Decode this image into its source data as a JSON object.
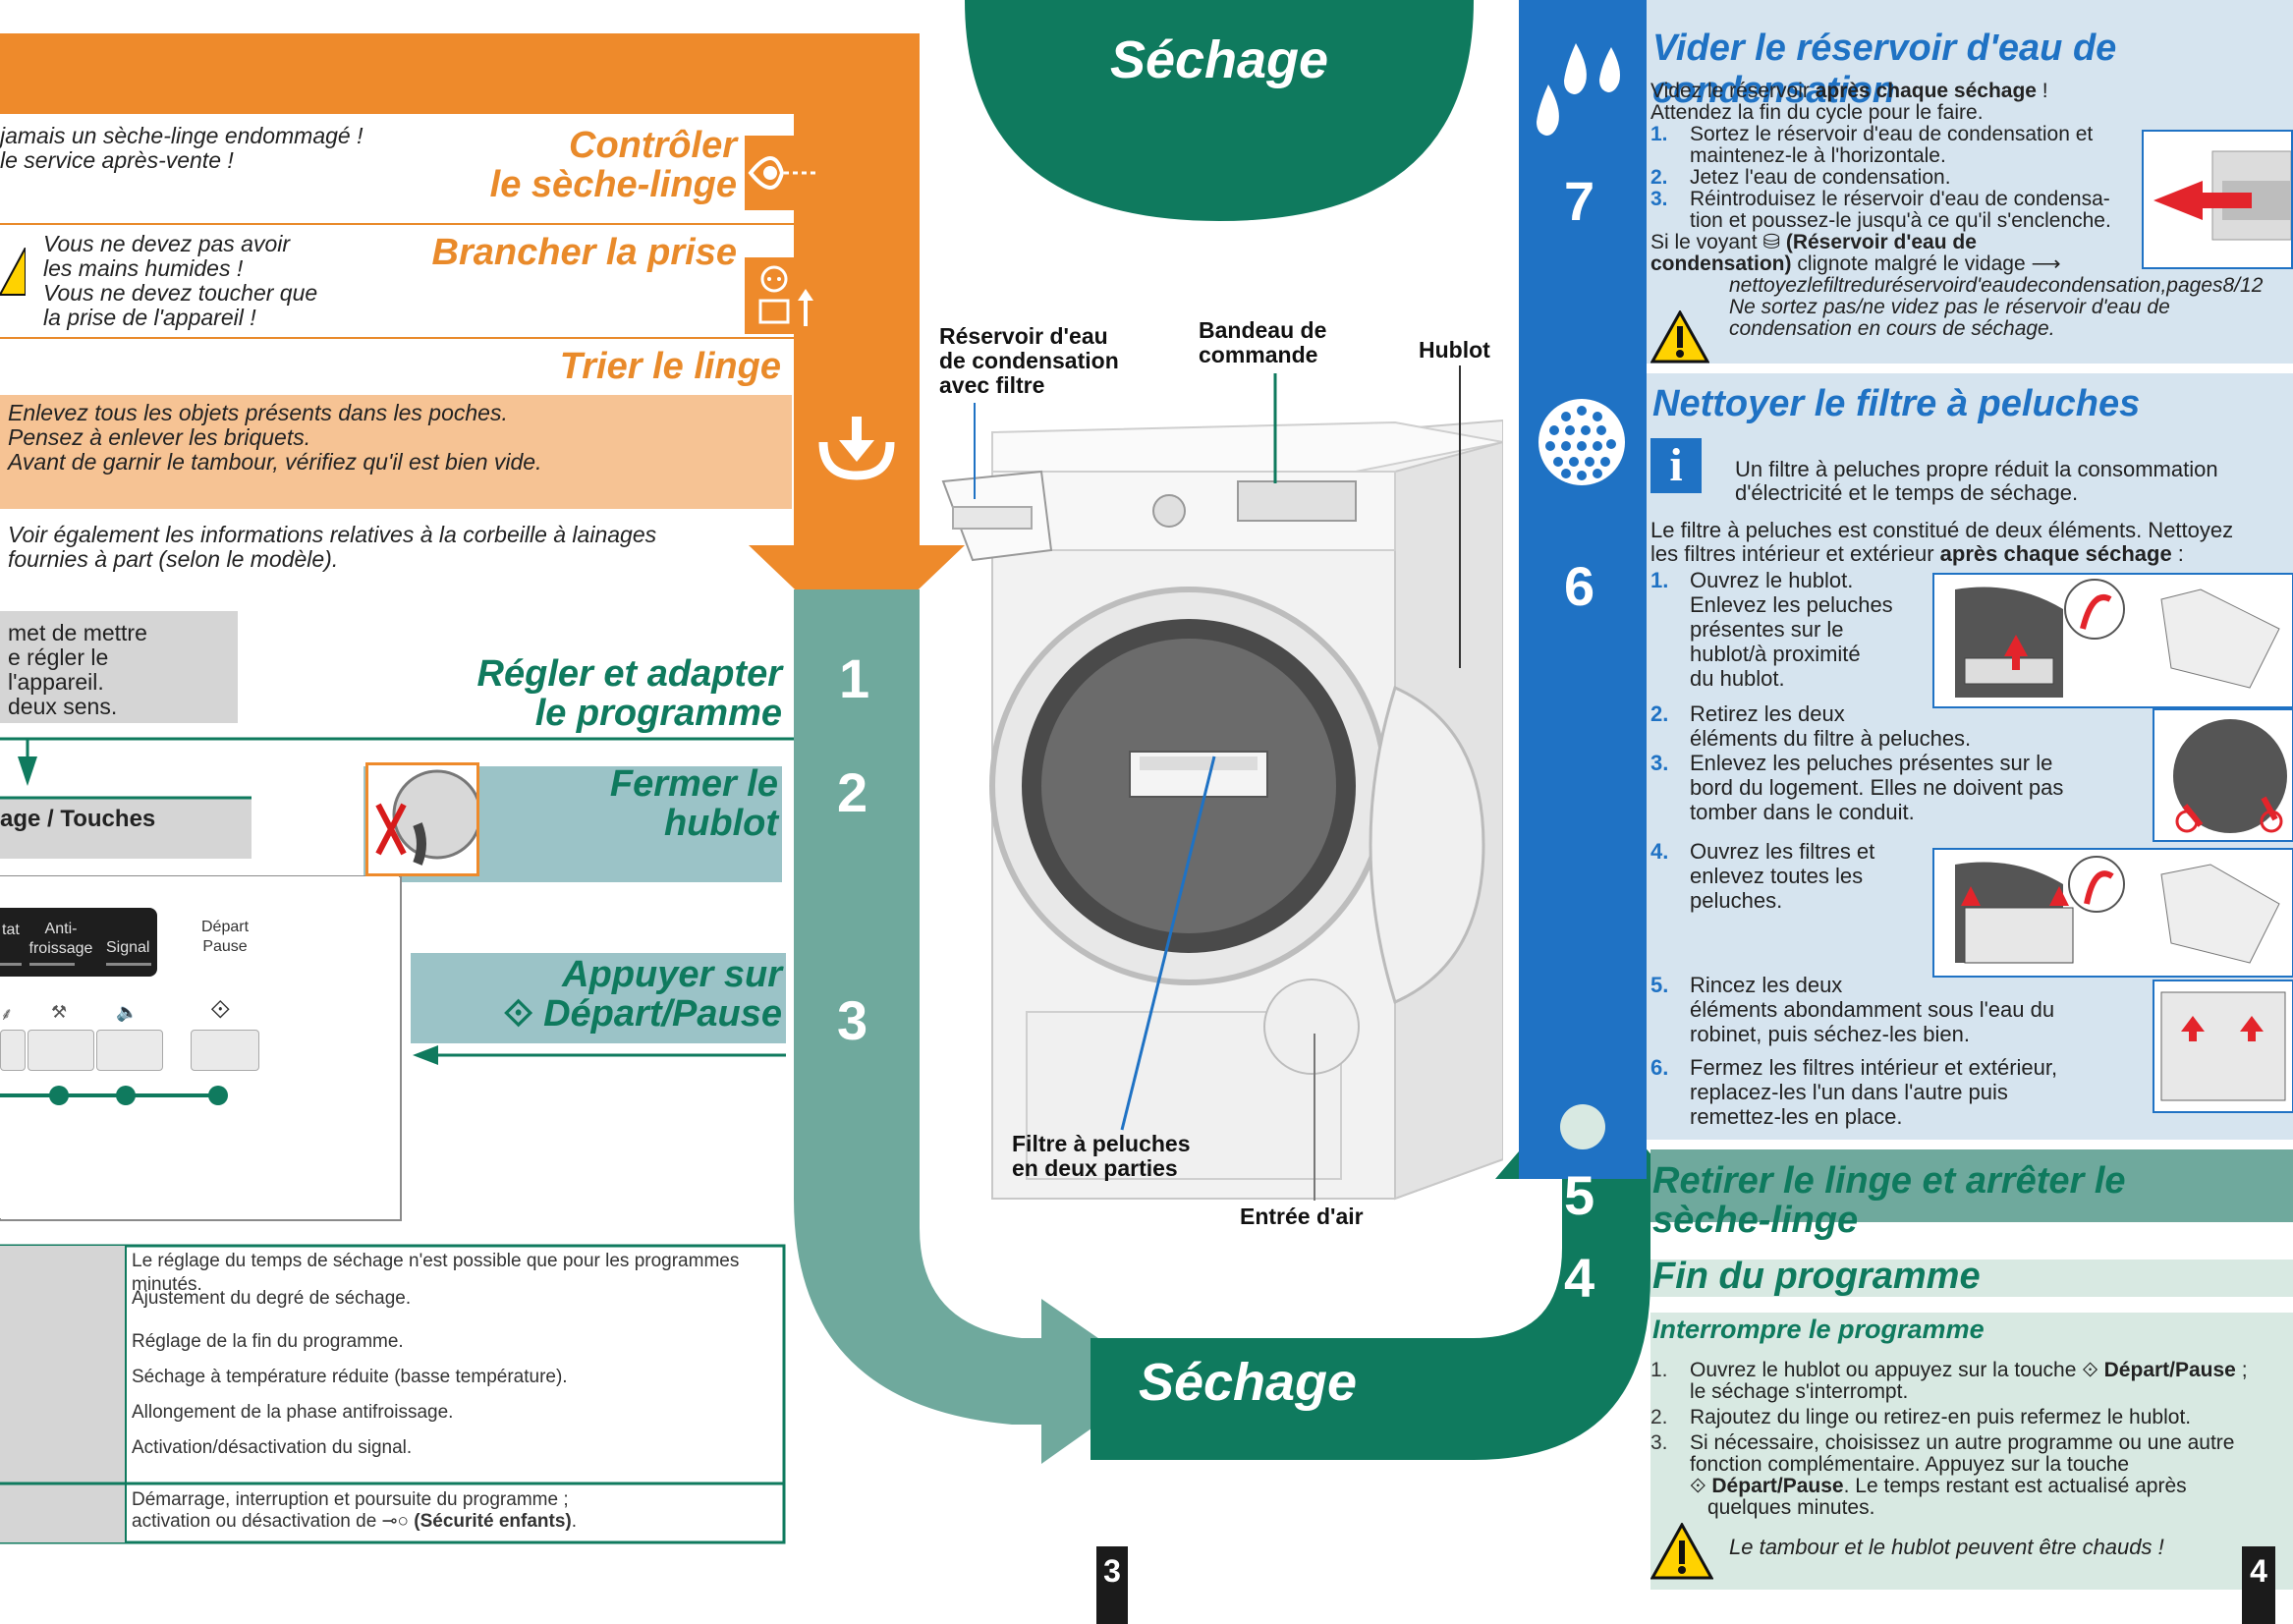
{
  "left": {
    "header_line1": "jamais un sèche-linge endommagé !",
    "header_line2": "le service après-vente !",
    "controler_line1": "Contrôler",
    "controler_line2": "le sèche-linge",
    "brancher": "Brancher la prise",
    "warn_line1": "Vous ne devez pas avoir",
    "warn_line2": "les mains humides !",
    "warn_line3": "Vous ne devez toucher que",
    "warn_line4": "la prise de l'appareil !",
    "trier": "Trier le linge",
    "trier_line1": "Enlevez tous les objets présents dans les poches.",
    "trier_line2": "Pensez à enlever les briquets.",
    "trier_line3": "Avant de garnir le tambour, vérifiez qu'il est bien vide.",
    "voir_line1": "Voir également les informations relatives à la corbeille à lainages",
    "voir_line2": "fournies à part (selon le modèle).",
    "grey_line1": "met de mettre",
    "grey_line2": "e régler le",
    "grey_line3": "l'appareil.",
    "grey_line4": "deux sens.",
    "regler_line1": "Régler et adapter",
    "regler_line2": "le programme",
    "fermer_line1": "Fermer le",
    "fermer_line2": "hublot",
    "appuyer_line1": "Appuyer sur",
    "appuyer_line2": "Départ/Pause",
    "tab_header": "age / Touches",
    "panel_antifroissage_1": "Anti-",
    "panel_antifroissage_2": "froissage",
    "panel_tat": "tat",
    "panel_signal": "Signal",
    "panel_depart_1": "Départ",
    "panel_depart_2": "Pause",
    "table_rows": [
      "Le réglage du temps de séchage n'est possible que pour les programmes minutés.",
      "Ajustement du degré de séchage.",
      "Réglage de la fin du programme.",
      "Séchage à température réduite (basse température).",
      "Allongement de la phase antifroissage.",
      "Activation/désactivation du signal."
    ],
    "table_last_line1": "Démarrage, interruption et poursuite du programme ;",
    "table_last_line2_prefix": "activation ou désactivation de",
    "table_last_line2_bold": "(Sécurité enfants)",
    "table_last_line2_suffix": "."
  },
  "center": {
    "sechage_top": "Séchage",
    "sechage_bottom": "Séchage",
    "label_reservoir_1": "Réservoir d'eau",
    "label_reservoir_2": "de condensation",
    "label_reservoir_3": "avec filtre",
    "label_bandeau_1": "Bandeau de",
    "label_bandeau_2": "commande",
    "label_hublot": "Hublot",
    "label_filtre_1": "Filtre à peluches",
    "label_filtre_2": "en deux parties",
    "label_entree": "Entrée d'air",
    "step1": "1",
    "step2": "2",
    "step3": "3",
    "page_left": "3"
  },
  "right": {
    "step7": "7",
    "step6": "6",
    "step5": "5",
    "step4": "4",
    "page_right": "4",
    "vider_title": "Vider le réservoir d'eau de condensation",
    "vider_intro_a": "Videz le réservoir ",
    "vider_intro_b": "après chaque séchage",
    "vider_intro_c": " !",
    "vider_attendez": "Attendez la fin du cycle pour le faire.",
    "vider_items": [
      {
        "n": "1.",
        "l1": "Sortez le réservoir d'eau de condensation et",
        "l2": "maintenez-le à l'horizontale."
      },
      {
        "n": "2.",
        "l1": "Jetez l'eau de condensation.",
        "l2": ""
      },
      {
        "n": "3.",
        "l1": "Réintroduisez le réservoir d'eau de condensa-",
        "l2": "tion et poussez-le jusqu'à ce qu'il s'enclenche."
      }
    ],
    "vider_si_a": "Si le voyant ",
    "vider_si_b": "(Réservoir d'eau de",
    "vider_si_c": "condensation)",
    "vider_si_d": " clignote malgré le vidage ⟶",
    "vider_ref": "nettoyezlefiltreduréservoird'eaudecondensation,pages8/12",
    "vider_warn_1": "Ne sortez pas/ne videz pas le réservoir d'eau de",
    "vider_warn_2": "condensation en cours de séchage.",
    "nettoyer_title": "Nettoyer le filtre à peluches",
    "info_1": "Un filtre à peluches propre réduit la consommation",
    "info_2": "d'électricité et le temps de séchage.",
    "filtre_intro_1": "Le filtre à peluches est constitué de deux éléments. Nettoyez",
    "filtre_intro_2a": "les filtres intérieur et extérieur ",
    "filtre_intro_2b": "après chaque séchage",
    "filtre_intro_2c": " :",
    "f1_n": "1.",
    "f1_lines": [
      "Ouvrez le hublot.",
      "Enlevez les peluches",
      "présentes sur le",
      "hublot/à proximité",
      "du hublot."
    ],
    "f2_n": "2.",
    "f2_lines": [
      "Retirez les deux",
      "éléments du filtre à peluches."
    ],
    "f3_n": "3.",
    "f3_lines": [
      "Enlevez les peluches présentes sur le",
      "bord du logement. Elles ne doivent pas",
      "tomber dans le conduit."
    ],
    "f4_n": "4.",
    "f4_lines": [
      "Ouvrez les filtres et",
      "enlevez toutes les",
      "peluches."
    ],
    "f5_n": "5.",
    "f5_lines": [
      "Rincez les deux",
      "éléments abondamment sous l'eau du",
      "robinet, puis séchez-les bien."
    ],
    "f6_n": "6.",
    "f6_lines": [
      "Fermez les filtres intérieur et extérieur,",
      "replacez-les l'un dans l'autre puis",
      "remettez-les en place."
    ],
    "retirer_1": "Retirer le linge et arrêter le",
    "retirer_2": "sèche-linge",
    "fin": "Fin du programme",
    "interrompre": "Interrompre le programme",
    "i1_n": "1.",
    "i1_a": "Ouvrez le hublot ou appuyez sur la touche ",
    "i1_b": "Départ/Pause",
    "i1_c": " ;",
    "i1_l2": "le séchage s'interrompt.",
    "i2_n": "2.",
    "i2": "Rajoutez du linge ou retirez-en puis refermez le hublot.",
    "i3_n": "3.",
    "i3_l1": "Si nécessaire, choisissez un autre programme ou une autre",
    "i3_l2": "fonction complémentaire. Appuyez sur la touche",
    "i3_l3b": "Départ/Pause",
    "i3_l3c": ". Le temps restant est actualisé après",
    "i3_l4": "quelques minutes.",
    "warn_chaud": "Le tambour et le hublot peuvent être chauds !"
  },
  "colors": {
    "orange": "#ee8a2b",
    "green": "#0f7a5e",
    "teal": "#6fa99d",
    "blue": "#1f72c4",
    "lightblue": "#d6e4ef",
    "lightgreen": "#d8e9e2",
    "peach": "#f6c394"
  }
}
